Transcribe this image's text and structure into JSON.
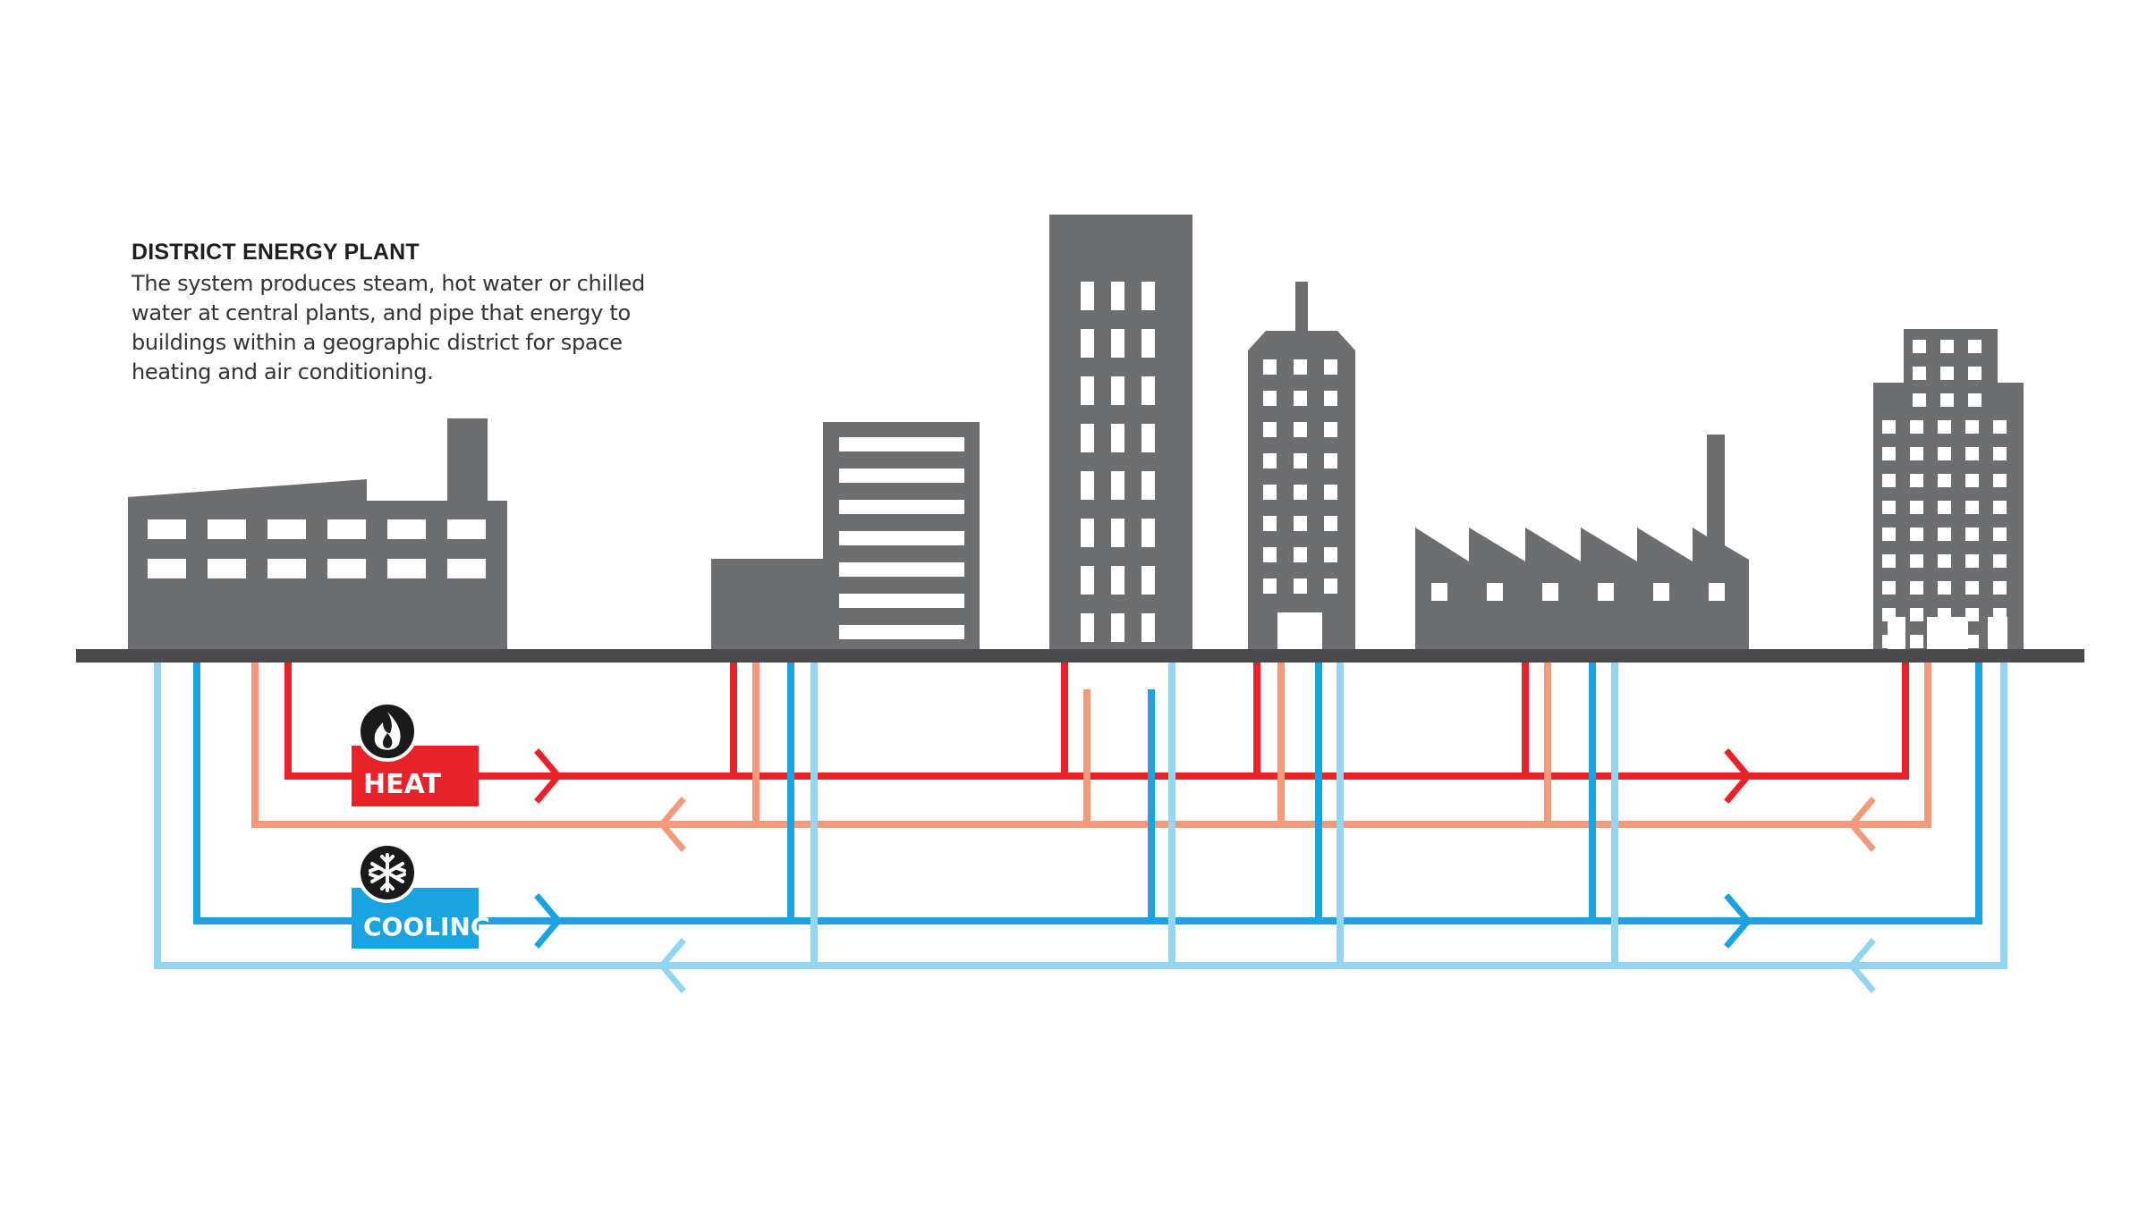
{
  "caption": {
    "title": "DISTRICT ENERGY PLANT",
    "body": "The system produces steam, hot water or chilled water at central plants, and pipe that energy to buildings within a geographic district for space heating and air conditioning."
  },
  "labels": {
    "heat": "HEAT",
    "cooling": "COOLING"
  },
  "icons": {
    "heat": "flame-icon",
    "cooling": "snowflake-icon"
  },
  "colors": {
    "building": "#6d6e70",
    "ground": "#4a4a4c",
    "heat_supply": "#e8222b",
    "heat_return": "#f39a7c",
    "cool_supply": "#1aa3e0",
    "cool_return": "#94d6f2",
    "heat_label_bg": "#e8222b",
    "cool_label_bg": "#1aa3e0",
    "icon_bg": "#1a1a1a"
  }
}
